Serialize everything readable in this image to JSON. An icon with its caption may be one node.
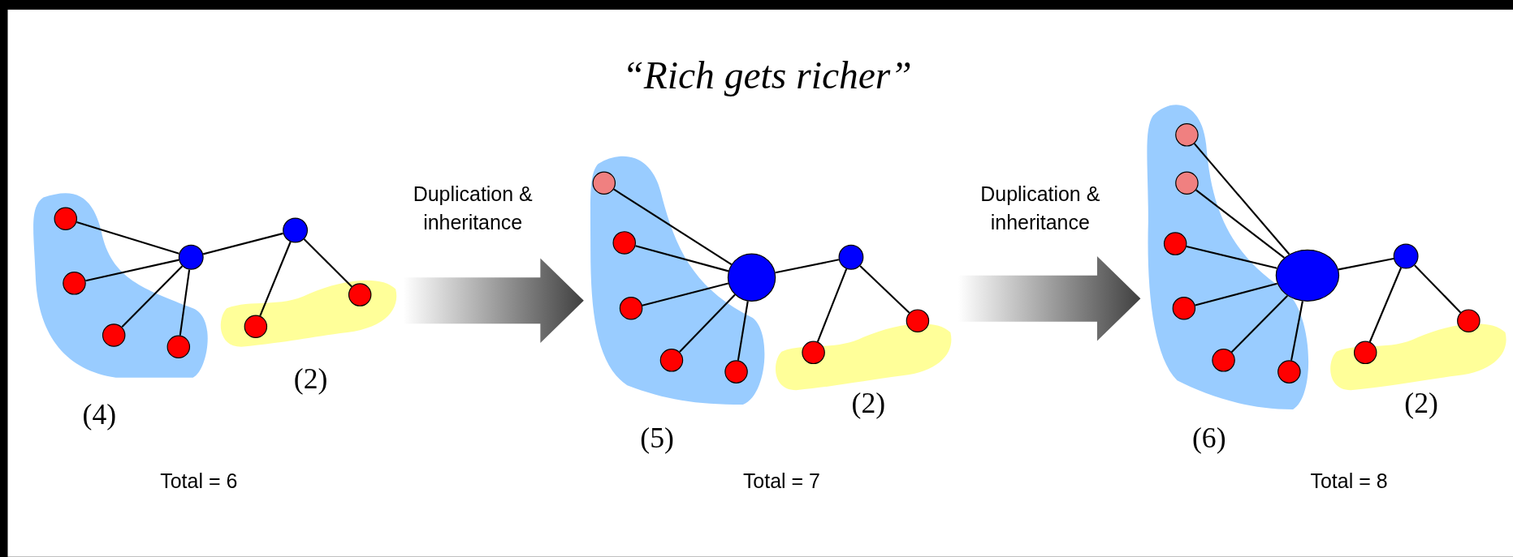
{
  "diagram": {
    "title": "“Rich gets richer”",
    "nodes": [
      {
        "text": [
          "(4)"
        ]
      },
      {
        "text": [],
        "shape": "circle",
        "in": 0
      },
      {
        "text": [],
        "shape": "circle",
        "in": 0
      },
      {
        "text": [],
        "shape": "circle",
        "in": 0
      },
      {
        "text": [],
        "shape": "circle",
        "in": 0
      },
      {
        "text": [],
        "shape": "circle"
      },
      {
        "text": [],
        "shape": "circle"
      },
      {
        "text": [
          "(2)"
        ]
      },
      {
        "text": [],
        "shape": "circle",
        "in": 7
      },
      {
        "text": [],
        "shape": "circle",
        "in": 7
      },
      {
        "text": [
          "(5)"
        ]
      },
      {
        "text": [],
        "shape": "circle",
        "in": 10
      },
      {
        "text": [],
        "shape": "circle",
        "in": 10
      },
      {
        "text": [],
        "shape": "circle",
        "in": 10
      },
      {
        "text": [],
        "shape": "circle",
        "in": 10
      },
      {
        "text": [],
        "shape": "circle",
        "in": 10
      },
      {
        "text": [],
        "shape": "circle"
      },
      {
        "text": [],
        "shape": "circle"
      },
      {
        "text": [
          "(2)"
        ]
      },
      {
        "text": [],
        "shape": "circle",
        "in": 18
      },
      {
        "text": [],
        "shape": "circle",
        "in": 18
      },
      {
        "text": [
          "(6)"
        ]
      },
      {
        "text": [],
        "shape": "circle",
        "in": 21
      },
      {
        "text": [],
        "shape": "circle",
        "in": 21
      },
      {
        "text": [],
        "shape": "circle",
        "in": 21
      },
      {
        "text": [],
        "shape": "circle",
        "in": 21
      },
      {
        "text": [],
        "shape": "circle",
        "in": 21
      },
      {
        "text": [],
        "shape": "circle",
        "in": 21
      },
      {
        "text": [],
        "shape": "circle"
      },
      {
        "text": [],
        "shape": "circle"
      },
      {
        "text": [
          "(2)"
        ]
      },
      {
        "text": [],
        "shape": "circle",
        "in": 30
      },
      {
        "text": [],
        "shape": "circle",
        "in": 30
      }
    ],
    "edges": [
      {
        "from": 1,
        "to": 5,
        "arrow": "none"
      },
      {
        "from": 2,
        "to": 5,
        "arrow": "none"
      },
      {
        "from": 3,
        "to": 5,
        "arrow": "none"
      },
      {
        "from": 4,
        "to": 5,
        "arrow": "none"
      },
      {
        "from": 5,
        "to": 6,
        "arrow": "none"
      },
      {
        "from": 6,
        "to": 8,
        "arrow": "none"
      },
      {
        "from": 6,
        "to": 9,
        "arrow": "none"
      },
      {
        "from": 7,
        "to": 10,
        "arrow": "to",
        "label": "Duplication & inheritance",
        "style": "thick",
        "color": "#404040"
      },
      {
        "from": 11,
        "to": 16,
        "arrow": "none"
      },
      {
        "from": 12,
        "to": 16,
        "arrow": "none"
      },
      {
        "from": 13,
        "to": 16,
        "arrow": "none"
      },
      {
        "from": 14,
        "to": 16,
        "arrow": "none"
      },
      {
        "from": 15,
        "to": 16,
        "arrow": "none"
      },
      {
        "from": 16,
        "to": 17,
        "arrow": "none"
      },
      {
        "from": 17,
        "to": 19,
        "arrow": "none"
      },
      {
        "from": 17,
        "to": 20,
        "arrow": "none"
      },
      {
        "from": 18,
        "to": 21,
        "arrow": "to",
        "label": "Duplication & inheritance",
        "style": "thick",
        "color": "#404040"
      },
      {
        "from": 22,
        "to": 28,
        "arrow": "none"
      },
      {
        "from": 23,
        "to": 28,
        "arrow": "none"
      },
      {
        "from": 24,
        "to": 28,
        "arrow": "none"
      },
      {
        "from": 25,
        "to": 28,
        "arrow": "none"
      },
      {
        "from": 26,
        "to": 28,
        "arrow": "none"
      },
      {
        "from": 27,
        "to": 28,
        "arrow": "none"
      },
      {
        "from": 28,
        "to": 29,
        "arrow": "none"
      },
      {
        "from": 29,
        "to": 31,
        "arrow": "none"
      },
      {
        "from": 29,
        "to": 32,
        "arrow": "none"
      }
    ],
    "labels": [
      "Total = 6",
      "Total = 7",
      "Total = 8"
    ]
  }
}
